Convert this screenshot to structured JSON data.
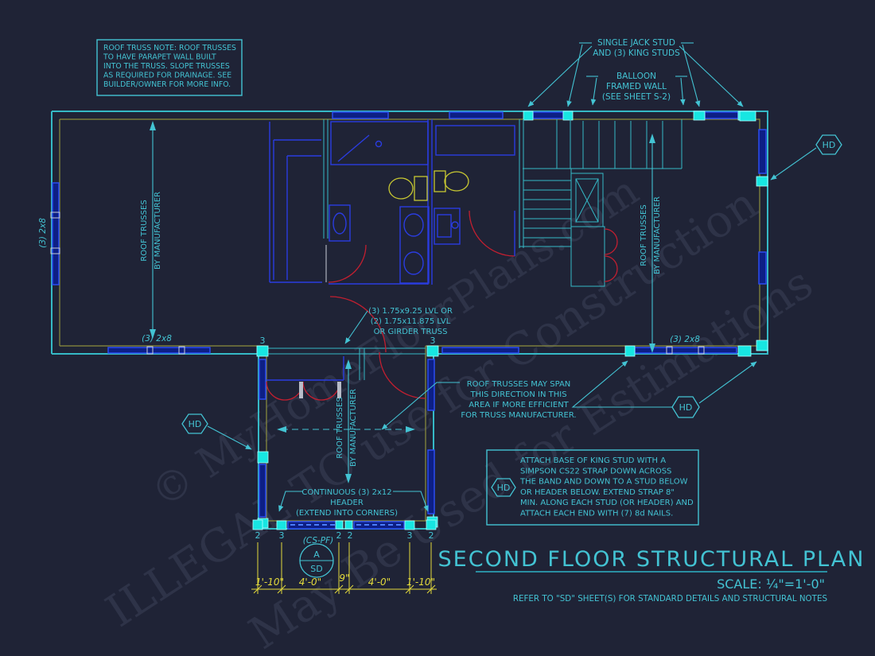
{
  "colors": {
    "background": "#1f2336",
    "wall_cyan": "#35b9c6",
    "post_cyan": "#17e6e2",
    "wall_olive": "#8d8f3e",
    "beam_blue": "#2b4cf0",
    "fixture_yellow": "#c8c832",
    "dim_yellow": "#e3da3c",
    "door_red": "#c21f30",
    "text_cyan": "#43c3d3"
  },
  "watermark": {
    "line1": "© MyHomeFloorPlans.com",
    "line2": "ILLEGAL TO use for Construction",
    "line3": "May Be Used for Estimations"
  },
  "notes": {
    "roof_truss": [
      "ROOF TRUSS NOTE:  ROOF TRUSSES",
      "TO HAVE PARAPET WALL BUILT",
      "INTO THE TRUSS. SLOPE TRUSSES",
      "AS REQUIRED FOR DRAINAGE. SEE",
      "BUILDER/OWNER FOR MORE INFO."
    ],
    "single_jack": [
      "SINGLE JACK STUD",
      "AND (3) KING STUDS"
    ],
    "balloon": [
      "BALLOON",
      "FRAMED WALL",
      "(SEE SHEET S-2)"
    ],
    "lvl": [
      "(3) 1.75x9.25 LVL OR",
      "(2) 1.75x11.875 LVL",
      "OR GIRDER TRUSS"
    ],
    "may_span": [
      "ROOF TRUSSES MAY SPAN",
      "THIS DIRECTION IN THIS",
      "AREA IF MORE EFFICIENT",
      "FOR TRUSS MANUFACTURER."
    ],
    "attach": [
      "ATTACH BASE OF KING STUD WITH A",
      "SIMPSON CS22 STRAP DOWN ACROSS",
      "THE BAND AND DOWN TO A STUD BELOW",
      "OR HEADER BELOW.  EXTEND STRAP 8\"",
      "MIN. ALONG EACH STUD (OR HEADER) AND",
      "ATTACH EACH END WITH (7) 8d NAILS."
    ],
    "continuous_header": [
      "CONTINUOUS (3) 2x12",
      "HEADER",
      "(EXTEND INTO CORNERS)"
    ]
  },
  "labels": {
    "hd": "HD",
    "truss_l1": "ROOF TRUSSES",
    "truss_l2": "BY MANUFACTURER",
    "beam_2x8": "(3) 2x8",
    "cs_pf": "(CS-PF)",
    "callout_top": "A",
    "callout_bottom": "SD"
  },
  "stud_counts": {
    "wing_left": "3",
    "wing_right": "3",
    "b1": "2",
    "b2": "3",
    "b3": "2",
    "b4": "2",
    "b5": "3",
    "b6": "2"
  },
  "dimensions": {
    "d1": "1'-10\"",
    "d2": "4'-0\"",
    "d3": "9\"",
    "d4": "4'-0\"",
    "d5": "1'-10\""
  },
  "title_block": {
    "title": "SECOND FLOOR STRUCTURAL PLAN",
    "scale": "SCALE: ¼\"=1'-0\"",
    "ref_note": "REFER TO \"SD\" SHEET(S) FOR STANDARD DETAILS AND STRUCTURAL NOTES"
  }
}
